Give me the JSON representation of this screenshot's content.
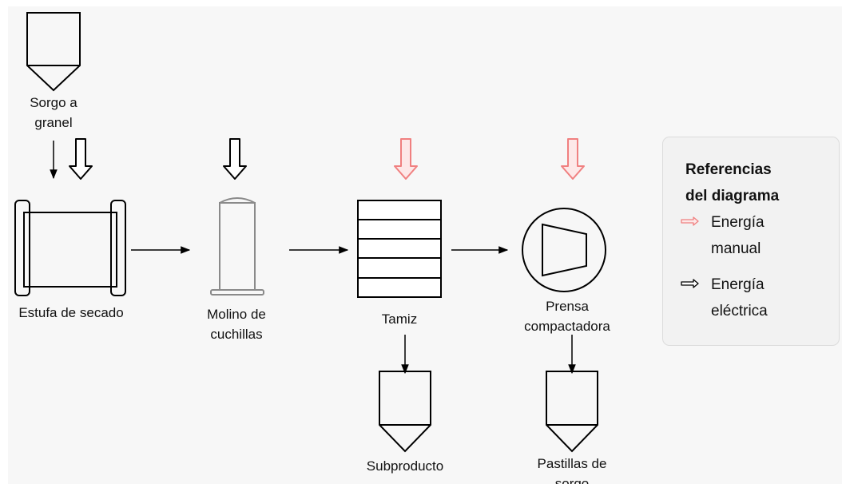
{
  "nodes": {
    "bulk_sorghum": "Sorgo a\ngranel",
    "drying_oven": "Estufa de secado",
    "knife_mill": "Molino de\ncuchillas",
    "sieve": "Tamiz",
    "compacting_press": "Prensa\ncompactadora",
    "byproduct": "Subproducto",
    "sorghum_pellets": "Pastillas de\nsorgo"
  },
  "legend": {
    "title": "Referencias\ndel diagrama",
    "items": [
      {
        "label": "Energía\nmanual",
        "color": "#f08080"
      },
      {
        "label": "Energía\neléctrica",
        "color": "#000000"
      }
    ]
  },
  "colors": {
    "manual_energy": "#f08080",
    "manual_energy_fill": "#fde8e8",
    "electric_energy": "#000000"
  }
}
